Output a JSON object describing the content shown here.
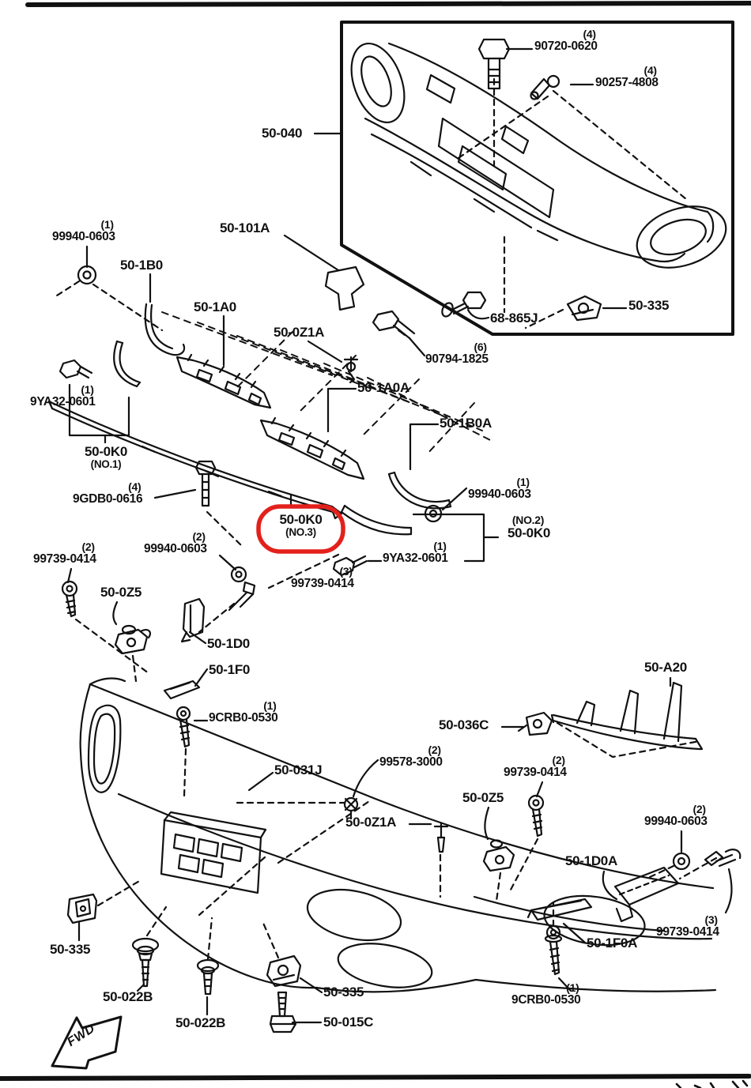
{
  "page": {
    "background": "#ffffff",
    "ink_color": "#111111",
    "highlight_color": "#e3211c"
  },
  "fwd": {
    "label": "FWD"
  },
  "labels": [
    {
      "id": "90720-0620",
      "top": "(4)",
      "text": "90720-0620"
    },
    {
      "id": "90257-4808",
      "top": "(4)",
      "text": "90257-4808"
    },
    {
      "id": "50-040",
      "text": "50-040"
    },
    {
      "id": "99940-0603-a",
      "top": "(1)",
      "text": "99940-0603"
    },
    {
      "id": "50-101A",
      "text": "50-101A"
    },
    {
      "id": "50-1B0",
      "text": "50-1B0"
    },
    {
      "id": "50-1A0",
      "text": "50-1A0"
    },
    {
      "id": "50-0Z1A-a",
      "text": "50-0Z1A"
    },
    {
      "id": "68-865J",
      "text": "68-865J"
    },
    {
      "id": "50-335-a",
      "text": "50-335"
    },
    {
      "id": "90794-1825",
      "top": "(6)",
      "text": "90794-1825"
    },
    {
      "id": "50-1A0A",
      "text": "50-1A0A"
    },
    {
      "id": "50-1B0A",
      "text": "50-1B0A"
    },
    {
      "id": "9YA32-0601-a",
      "top": "(1)",
      "text": "9YA32-0601"
    },
    {
      "id": "50-0K0-no1",
      "text": "50-0K0",
      "bottom": "(NO.1)"
    },
    {
      "id": "9GDB0-0616",
      "top": "(4)",
      "text": "9GDB0-0616"
    },
    {
      "id": "99940-0603-b",
      "top": "(1)",
      "text": "99940-0603"
    },
    {
      "id": "50-0K0-no3",
      "text": "50-0K0",
      "bottom": "(NO.3)"
    },
    {
      "id": "50-0K0-no2",
      "top": "(NO.2)",
      "text": "50-0K0"
    },
    {
      "id": "9YA32-0601-b",
      "top": "(1)",
      "text": "9YA32-0601"
    },
    {
      "id": "99739-0414-a",
      "top": "(2)",
      "text": "99739-0414"
    },
    {
      "id": "99940-0603-c",
      "top": "(2)",
      "text": "99940-0603"
    },
    {
      "id": "99739-0414-b",
      "top": "(3)",
      "text": "99739-0414"
    },
    {
      "id": "50-0Z5-a",
      "text": "50-0Z5"
    },
    {
      "id": "50-1D0",
      "text": "50-1D0"
    },
    {
      "id": "50-1F0",
      "text": "50-1F0"
    },
    {
      "id": "50-A20",
      "text": "50-A20"
    },
    {
      "id": "9CRB0-0530-a",
      "top": "(1)",
      "text": "9CRB0-0530"
    },
    {
      "id": "50-036C",
      "text": "50-036C"
    },
    {
      "id": "50-031J",
      "text": "50-031J"
    },
    {
      "id": "99578-3000",
      "top": "(2)",
      "text": "99578-3000"
    },
    {
      "id": "99739-0414-c",
      "top": "(2)",
      "text": "99739-0414"
    },
    {
      "id": "50-0Z5-b",
      "text": "50-0Z5"
    },
    {
      "id": "50-0Z1A-b",
      "text": "50-0Z1A"
    },
    {
      "id": "99940-0603-d",
      "top": "(2)",
      "text": "99940-0603"
    },
    {
      "id": "50-1D0A",
      "text": "50-1D0A"
    },
    {
      "id": "99739-0414-d",
      "top": "(3)",
      "text": "99739-0414"
    },
    {
      "id": "50-1F0A",
      "text": "50-1F0A"
    },
    {
      "id": "9CRB0-0530-b",
      "top": "(1)",
      "text": "9CRB0-0530"
    },
    {
      "id": "50-335-b",
      "text": "50-335"
    },
    {
      "id": "50-022B-a",
      "text": "50-022B"
    },
    {
      "id": "50-022B-b",
      "text": "50-022B"
    },
    {
      "id": "50-335-c",
      "text": "50-335"
    },
    {
      "id": "50-015C",
      "text": "50-015C"
    }
  ]
}
